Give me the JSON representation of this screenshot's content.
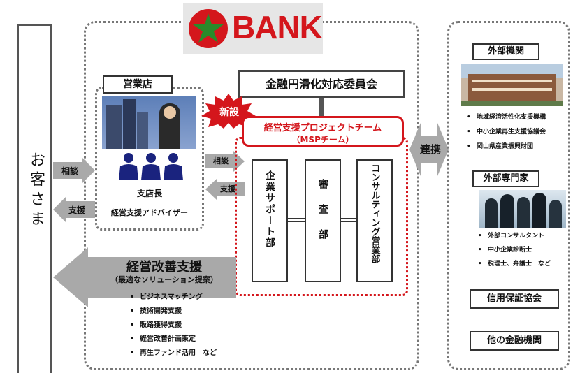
{
  "logo": {
    "text": "BANK"
  },
  "customer": {
    "label": "お客さま"
  },
  "branch": {
    "title": "営業店",
    "role1": "支店長",
    "role2": "経営支援アドバイザー"
  },
  "arrows": {
    "consult_left": "相談",
    "support_left": "支援",
    "consult_mid": "相談",
    "support_mid": "支援",
    "cooperation": "連携"
  },
  "committee": {
    "label": "金融円滑化対応委員会"
  },
  "new_badge": {
    "label": "新設"
  },
  "project_team": {
    "title": "経営支援プロジェクトチーム",
    "subtitle": "（MSPチーム）",
    "depts": [
      "企業サポート部",
      "審査部",
      "コンサルティング営業部"
    ]
  },
  "improvement": {
    "title": "経営改善支援",
    "subtitle": "（最適なソリューション提案）",
    "items": [
      "ビジネスマッチング",
      "技術開発支援",
      "販路獲得支援",
      "経営改善計画策定",
      "再生ファンド活用　など"
    ]
  },
  "external_orgs": {
    "title": "外部機関",
    "items": [
      "地域経済活性化支援機構",
      "中小企業再生支援協議会",
      "岡山県産業振興財団"
    ]
  },
  "external_experts": {
    "title": "外部専門家",
    "items": [
      "外部コンサルタント",
      "中小企業診断士",
      "税理士、弁護士　など"
    ]
  },
  "credit_guarantee": {
    "label": "信用保証協会"
  },
  "other_banks": {
    "label": "他の金融機関"
  },
  "colors": {
    "brand_red": "#d4161c",
    "logo_green": "#2a8a2a",
    "arrow_gray": "#a9a9a9",
    "dark_navy": "#1a237e"
  }
}
